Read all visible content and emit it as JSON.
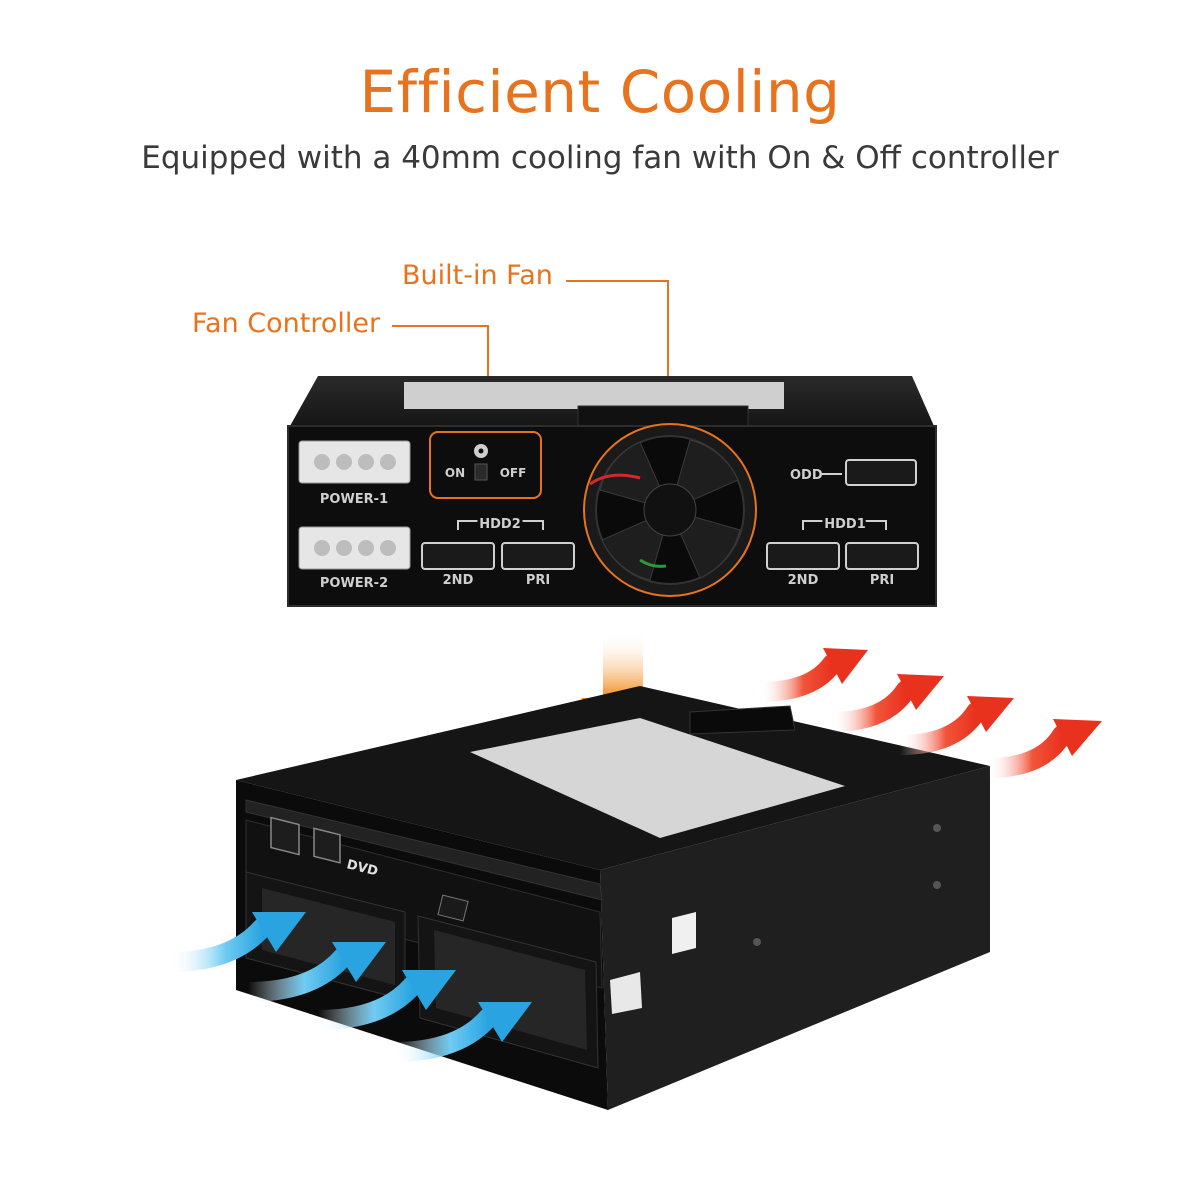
{
  "heading": {
    "title": "Efficient Cooling",
    "subtitle": "Equipped with a 40mm cooling fan with On & Off controller"
  },
  "callouts": {
    "fan": "Built-in Fan",
    "controller": "Fan Controller"
  },
  "panel_labels": {
    "power1": "POWER-1",
    "power2": "POWER-2",
    "on": "ON",
    "off": "OFF",
    "odd": "ODD",
    "hdd2": "HDD2",
    "hdd1": "HDD1",
    "hdd2_2nd": "2ND",
    "hdd2_pri": "PRI",
    "hdd1_2nd": "2ND",
    "hdd1_pri": "PRI"
  },
  "front_labels": {
    "dvd": "DVD"
  },
  "colors": {
    "accent": "#e8731e",
    "subtitle": "#3a3a3a",
    "hot_air": "#e83a1e",
    "cool_air": "#3ab0e8",
    "chassis": "#141414"
  },
  "icons": {
    "fan_glyph": "fan-icon",
    "intake": "cool-air-arrow-icon",
    "exhaust": "hot-air-arrow-icon"
  }
}
